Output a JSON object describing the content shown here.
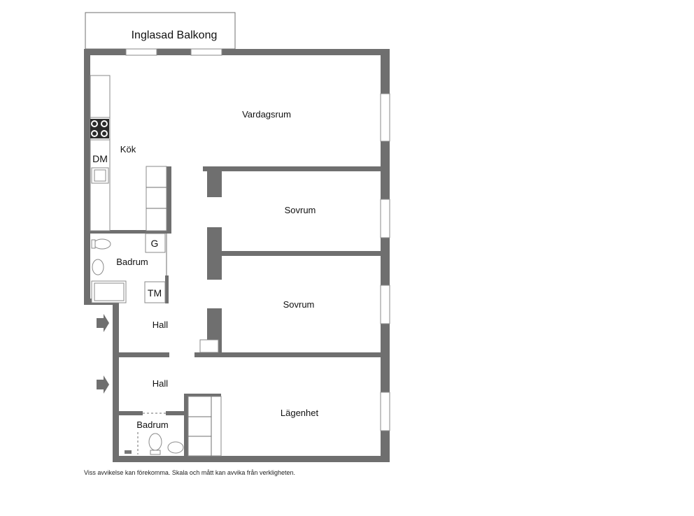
{
  "rooms": {
    "balcony": "Inglasad Balkong",
    "living_room": "Vardagsrum",
    "kitchen": "Kök",
    "bedroom_1": "Sovrum",
    "bedroom_2": "Sovrum",
    "hall_1": "Hall",
    "hall_2": "Hall",
    "bathroom_1": "Badrum",
    "bathroom_2": "Badrum",
    "apartment": "Lägenhet"
  },
  "fixtures": {
    "dishwasher": "DM",
    "g_label": "G",
    "tm_label": "TM"
  },
  "disclaimer": "Viss avvikelse kan förekomma. Skala och mått kan avvika från verkligheten."
}
